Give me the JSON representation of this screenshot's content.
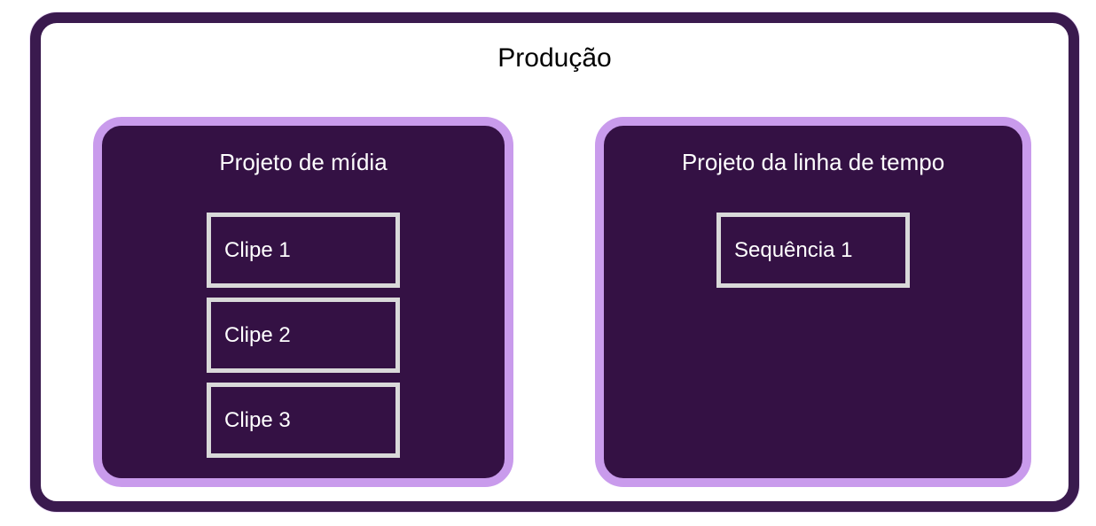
{
  "diagram": {
    "title": "Produção",
    "panels": [
      {
        "title": "Projeto de mídia",
        "items": [
          "Clipe 1",
          "Clipe 2",
          "Clipe 3"
        ]
      },
      {
        "title": "Projeto da linha de tempo",
        "items": [
          "Sequência 1"
        ]
      }
    ],
    "colors": {
      "outer_border": "#3a1a4e",
      "panel_fill": "#341144",
      "panel_border": "#c99bec",
      "item_border": "#d9d9d9",
      "title_text": "#000000",
      "panel_text": "#ffffff"
    }
  }
}
